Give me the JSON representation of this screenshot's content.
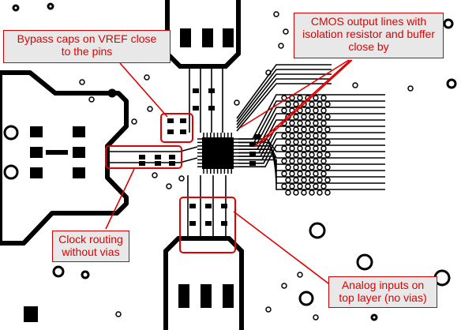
{
  "colors": {
    "copper": "#000000",
    "background": "#ffffff",
    "highlight": "#e00000",
    "callout_fill": "#e8e8e8"
  },
  "annotations": {
    "bypass": "Bypass caps on VREF close\nto the pins",
    "cmos": "CMOS output lines with\nisolation resistor and buffer\nclose by",
    "clock": "Clock routing\nwithout vias",
    "analog": "Analog inputs on\ntop layer (no vias)"
  }
}
